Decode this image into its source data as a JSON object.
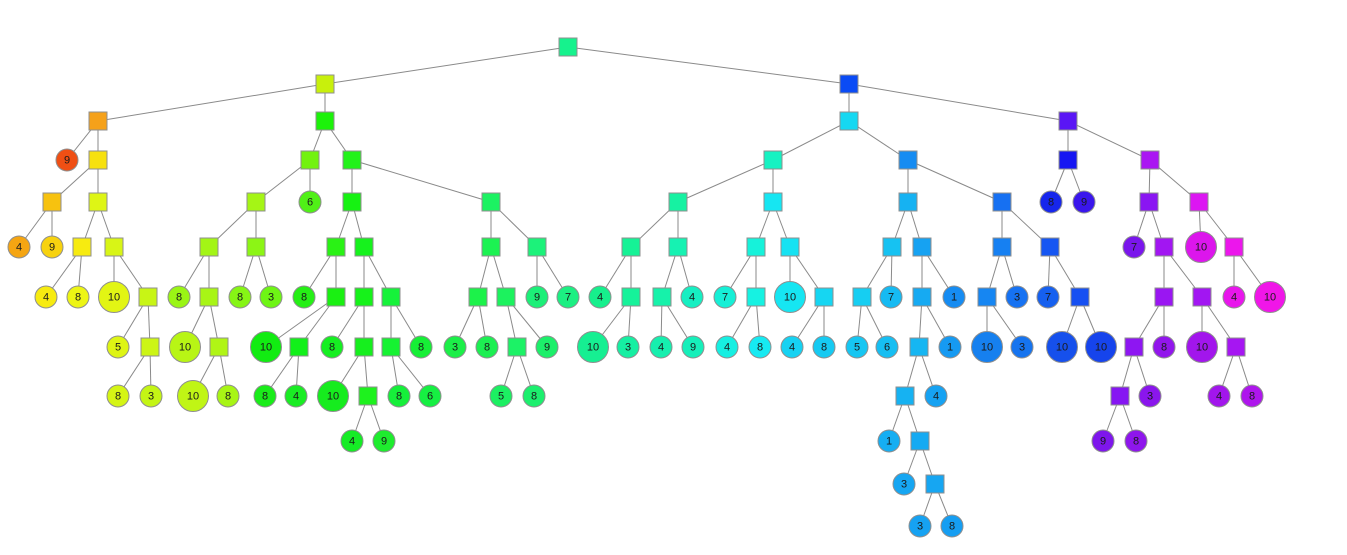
{
  "diagram": {
    "type": "tree",
    "nodes": [
      {
        "id": "root",
        "kind": "internal",
        "color": "#16F28D"
      },
      {
        "id": "L",
        "parent": "root",
        "kind": "internal",
        "color": "#C8F00C"
      },
      {
        "id": "R",
        "parent": "root",
        "kind": "internal",
        "color": "#0A4BF5"
      },
      {
        "id": "L1",
        "parent": "L",
        "kind": "internal",
        "color": "#F5A11A"
      },
      {
        "id": "L2",
        "parent": "L",
        "kind": "internal",
        "color": "#1CF20A"
      },
      {
        "id": "L1a",
        "parent": "L1",
        "kind": "leaf",
        "label": "9",
        "color": "#EF4F14"
      },
      {
        "id": "L1b",
        "parent": "L1",
        "kind": "internal",
        "color": "#F7E10F"
      },
      {
        "id": "L1b1",
        "parent": "L1b",
        "kind": "internal",
        "color": "#F7C20F"
      },
      {
        "id": "L1b2",
        "parent": "L1b",
        "kind": "internal",
        "color": "#DEF515"
      },
      {
        "id": "L1b1a",
        "parent": "L1b1",
        "kind": "leaf",
        "label": "4",
        "color": "#F5A512"
      },
      {
        "id": "L1b1b",
        "parent": "L1b1",
        "kind": "leaf",
        "label": "9",
        "color": "#F7D20F"
      },
      {
        "id": "L1b2a",
        "parent": "L1b2",
        "kind": "internal",
        "color": "#F7EB10"
      },
      {
        "id": "L1b2b",
        "parent": "L1b2",
        "kind": "internal",
        "color": "#D8F516"
      },
      {
        "id": "L1b2a1",
        "parent": "L1b2a",
        "kind": "leaf",
        "label": "4",
        "color": "#F7EB10"
      },
      {
        "id": "L1b2a2",
        "parent": "L1b2a",
        "kind": "leaf",
        "label": "8",
        "color": "#EDF514"
      },
      {
        "id": "L1b2b1",
        "parent": "L1b2b",
        "kind": "leaf",
        "label": "10",
        "color": "#E2F514"
      },
      {
        "id": "L1b2b2",
        "parent": "L1b2b",
        "kind": "internal",
        "color": "#C8F515"
      },
      {
        "id": "L1b2b2a",
        "parent": "L1b2b2",
        "kind": "leaf",
        "label": "5",
        "color": "#DEF514"
      },
      {
        "id": "L1b2b2b",
        "parent": "L1b2b2",
        "kind": "internal",
        "color": "#CCF515"
      },
      {
        "id": "L1b2b2b1",
        "parent": "L1b2b2b",
        "kind": "leaf",
        "label": "8",
        "color": "#D5F515"
      },
      {
        "id": "L1b2b2b2",
        "parent": "L1b2b2b",
        "kind": "leaf",
        "label": "3",
        "color": "#C4F515"
      },
      {
        "id": "L2a",
        "parent": "L2",
        "kind": "internal",
        "color": "#72F20F"
      },
      {
        "id": "L2b",
        "parent": "L2",
        "kind": "internal",
        "color": "#22F21A"
      },
      {
        "id": "L2a1",
        "parent": "L2a",
        "kind": "internal",
        "color": "#A5F515"
      },
      {
        "id": "L2a2",
        "parent": "L2a",
        "kind": "leaf",
        "label": "6",
        "color": "#50F017"
      },
      {
        "id": "L2a1a",
        "parent": "L2a1",
        "kind": "internal",
        "color": "#A3F515"
      },
      {
        "id": "L2a1b",
        "parent": "L2a1",
        "kind": "internal",
        "color": "#8CF515"
      },
      {
        "id": "L2a1a1",
        "parent": "L2a1a",
        "kind": "leaf",
        "label": "8",
        "color": "#9AF515"
      },
      {
        "id": "L2a1a2",
        "parent": "L2a1a",
        "kind": "internal",
        "color": "#A8F515"
      },
      {
        "id": "L2a1a2a",
        "parent": "L2a1a2",
        "kind": "leaf",
        "label": "10",
        "color": "#B8F515"
      },
      {
        "id": "L2a1a2b",
        "parent": "L2a1a2",
        "kind": "internal",
        "color": "#B0F515"
      },
      {
        "id": "L2a1a2b1",
        "parent": "L2a1a2b",
        "kind": "leaf",
        "label": "10",
        "color": "#C0F515"
      },
      {
        "id": "L2a1a2b2",
        "parent": "L2a1a2b",
        "kind": "leaf",
        "label": "8",
        "color": "#A8F515"
      },
      {
        "id": "L2a1b1",
        "parent": "L2a1b",
        "kind": "leaf",
        "label": "8",
        "color": "#86F515"
      },
      {
        "id": "L2a1b2",
        "parent": "L2a1b",
        "kind": "leaf",
        "label": "3",
        "color": "#6EF515"
      },
      {
        "id": "L2b1",
        "parent": "L2b",
        "kind": "internal",
        "color": "#16F212"
      },
      {
        "id": "L2b2",
        "parent": "L2b",
        "kind": "internal",
        "color": "#1CF262"
      },
      {
        "id": "L2b1a",
        "parent": "L2b1",
        "kind": "internal",
        "color": "#2AF215"
      },
      {
        "id": "L2b1b",
        "parent": "L2b1",
        "kind": "internal",
        "color": "#16F21D"
      },
      {
        "id": "L2b1a1",
        "parent": "L2b1a",
        "kind": "leaf",
        "label": "8",
        "color": "#26EF16"
      },
      {
        "id": "L2b1a2",
        "parent": "L2b1a",
        "kind": "internal",
        "color": "#1AF012"
      },
      {
        "id": "L2b1a2a",
        "parent": "L2b1a2",
        "kind": "leaf",
        "label": "10",
        "color": "#12EC12"
      },
      {
        "id": "L2b1a2b",
        "parent": "L2b1a2",
        "kind": "internal",
        "color": "#12F01A"
      },
      {
        "id": "L2b1a2b1",
        "parent": "L2b1a2b",
        "kind": "leaf",
        "label": "8",
        "color": "#1AEC1A"
      },
      {
        "id": "L2b1a2b2",
        "parent": "L2b1a2b",
        "kind": "leaf",
        "label": "4",
        "color": "#1AEC24"
      },
      {
        "id": "L2b1b1",
        "parent": "L2b1b",
        "kind": "internal",
        "color": "#16F21A"
      },
      {
        "id": "L2b1b2",
        "parent": "L2b1b",
        "kind": "internal",
        "color": "#16F23A"
      },
      {
        "id": "L2b1b1a",
        "parent": "L2b1b1",
        "kind": "leaf",
        "label": "8",
        "color": "#16EF22"
      },
      {
        "id": "L2b1b1b",
        "parent": "L2b1b1",
        "kind": "internal",
        "color": "#16EF1E"
      },
      {
        "id": "L2b1b1b1",
        "parent": "L2b1b1b",
        "kind": "leaf",
        "label": "10",
        "color": "#16EC1E"
      },
      {
        "id": "L2b1b1b2",
        "parent": "L2b1b1b",
        "kind": "internal",
        "color": "#1EF21E"
      },
      {
        "id": "L2b1b1b2a",
        "parent": "L2b1b1b2",
        "kind": "leaf",
        "label": "4",
        "color": "#16EC26"
      },
      {
        "id": "L2b1b1b2b",
        "parent": "L2b1b1b2",
        "kind": "leaf",
        "label": "9",
        "color": "#1EEC2E"
      },
      {
        "id": "L2b1b2a",
        "parent": "L2b1b2",
        "kind": "internal",
        "color": "#16F232"
      },
      {
        "id": "L2b1b2b",
        "parent": "L2b1b2",
        "kind": "leaf",
        "label": "8",
        "color": "#16EF36"
      },
      {
        "id": "L2b1b2a1",
        "parent": "L2b1b2a",
        "kind": "leaf",
        "label": "8",
        "color": "#16EF3A"
      },
      {
        "id": "L2b1b2a2",
        "parent": "L2b1b2a",
        "kind": "leaf",
        "label": "6",
        "color": "#16EF42"
      },
      {
        "id": "L2b2a",
        "parent": "L2b2",
        "kind": "internal",
        "color": "#1CF252"
      },
      {
        "id": "L2b2b",
        "parent": "L2b2",
        "kind": "internal",
        "color": "#1CF27A"
      },
      {
        "id": "L2b2a1",
        "parent": "L2b2a",
        "kind": "internal",
        "color": "#1CF24A"
      },
      {
        "id": "L2b2a2",
        "parent": "L2b2a",
        "kind": "internal",
        "color": "#1CF25E"
      },
      {
        "id": "L2b2a1a",
        "parent": "L2b2a1",
        "kind": "leaf",
        "label": "3",
        "color": "#1CEF48"
      },
      {
        "id": "L2b2a1b",
        "parent": "L2b2a1",
        "kind": "leaf",
        "label": "8",
        "color": "#1CEF52"
      },
      {
        "id": "L2b2a2a",
        "parent": "L2b2a2",
        "kind": "internal",
        "color": "#1CF266"
      },
      {
        "id": "L2b2a2b",
        "parent": "L2b2a2",
        "kind": "leaf",
        "label": "9",
        "color": "#1CEF6A"
      },
      {
        "id": "L2b2a2a1",
        "parent": "L2b2a2a",
        "kind": "leaf",
        "label": "5",
        "color": "#1CEF62"
      },
      {
        "id": "L2b2a2a2",
        "parent": "L2b2a2a",
        "kind": "leaf",
        "label": "8",
        "color": "#1CEF6E"
      },
      {
        "id": "L2b2b1",
        "parent": "L2b2b",
        "kind": "leaf",
        "label": "9",
        "color": "#1CEF78"
      },
      {
        "id": "L2b2b2",
        "parent": "L2b2b",
        "kind": "leaf",
        "label": "7",
        "color": "#1CEF82"
      },
      {
        "id": "R1",
        "parent": "R",
        "kind": "internal",
        "color": "#16D8F2"
      },
      {
        "id": "R2",
        "parent": "R",
        "kind": "internal",
        "color": "#5A16F5"
      },
      {
        "id": "R1a",
        "parent": "R1",
        "kind": "internal",
        "color": "#16F2C2"
      },
      {
        "id": "R1b",
        "parent": "R1",
        "kind": "internal",
        "color": "#168CF2"
      },
      {
        "id": "R1a1",
        "parent": "R1a",
        "kind": "internal",
        "color": "#16F2A2"
      },
      {
        "id": "R1a2",
        "parent": "R1a",
        "kind": "internal",
        "color": "#16E6F2"
      },
      {
        "id": "R1a1a",
        "parent": "R1a1",
        "kind": "internal",
        "color": "#16F296"
      },
      {
        "id": "R1a1b",
        "parent": "R1a1",
        "kind": "internal",
        "color": "#16F2B2"
      },
      {
        "id": "R1a1a1",
        "parent": "R1a1a",
        "kind": "leaf",
        "label": "4",
        "color": "#16EF8C"
      },
      {
        "id": "R1a1a2",
        "parent": "R1a1a",
        "kind": "internal",
        "color": "#16F29A"
      },
      {
        "id": "R1a1a2a",
        "parent": "R1a1a2",
        "kind": "leaf",
        "label": "10",
        "color": "#16EF92"
      },
      {
        "id": "R1a1a2b",
        "parent": "R1a1a2",
        "kind": "leaf",
        "label": "3",
        "color": "#16EFA2"
      },
      {
        "id": "R1a1b1",
        "parent": "R1a1b",
        "kind": "internal",
        "color": "#16F2AA"
      },
      {
        "id": "R1a1b2",
        "parent": "R1a1b",
        "kind": "leaf",
        "label": "4",
        "color": "#16EFC2"
      },
      {
        "id": "R1a1b1a",
        "parent": "R1a1b1",
        "kind": "leaf",
        "label": "4",
        "color": "#16EFAE"
      },
      {
        "id": "R1a1b1b",
        "parent": "R1a1b1",
        "kind": "leaf",
        "label": "9",
        "color": "#16EFBA"
      },
      {
        "id": "R1a2a",
        "parent": "R1a2",
        "kind": "internal",
        "color": "#16F2DA"
      },
      {
        "id": "R1a2b",
        "parent": "R1a2",
        "kind": "internal",
        "color": "#16E2F2"
      },
      {
        "id": "R1a2a1",
        "parent": "R1a2a",
        "kind": "leaf",
        "label": "7",
        "color": "#16EFD6"
      },
      {
        "id": "R1a2a2",
        "parent": "R1a2a",
        "kind": "internal",
        "color": "#16F2E2"
      },
      {
        "id": "R1a2a2a",
        "parent": "R1a2a2",
        "kind": "leaf",
        "label": "4",
        "color": "#16EFE2"
      },
      {
        "id": "R1a2a2b",
        "parent": "R1a2a2",
        "kind": "leaf",
        "label": "8",
        "color": "#16EAF2"
      },
      {
        "id": "R1a2b1",
        "parent": "R1a2b",
        "kind": "leaf",
        "label": "10",
        "color": "#16E6F2"
      },
      {
        "id": "R1a2b2",
        "parent": "R1a2b",
        "kind": "internal",
        "color": "#16D6F2"
      },
      {
        "id": "R1a2b2a",
        "parent": "R1a2b2",
        "kind": "leaf",
        "label": "4",
        "color": "#16D2F2"
      },
      {
        "id": "R1a2b2b",
        "parent": "R1a2b2",
        "kind": "leaf",
        "label": "8",
        "color": "#16CAF2"
      },
      {
        "id": "R1b1",
        "parent": "R1b",
        "kind": "internal",
        "color": "#16B2F2"
      },
      {
        "id": "R1b2",
        "parent": "R1b",
        "kind": "internal",
        "color": "#1670F2"
      },
      {
        "id": "R1b1a",
        "parent": "R1b1",
        "kind": "internal",
        "color": "#16C2F2"
      },
      {
        "id": "R1b1b",
        "parent": "R1b1",
        "kind": "internal",
        "color": "#16A2F2"
      },
      {
        "id": "R1b1a1",
        "parent": "R1b1a",
        "kind": "internal",
        "color": "#16CEF2"
      },
      {
        "id": "R1b1a2",
        "parent": "R1b1a",
        "kind": "leaf",
        "label": "7",
        "color": "#16BAF2"
      },
      {
        "id": "R1b1a1a",
        "parent": "R1b1a1",
        "kind": "leaf",
        "label": "5",
        "color": "#16C6F2"
      },
      {
        "id": "R1b1a1b",
        "parent": "R1b1a1",
        "kind": "leaf",
        "label": "6",
        "color": "#16BEF2"
      },
      {
        "id": "R1b1b1",
        "parent": "R1b1b",
        "kind": "internal",
        "color": "#16AAF2"
      },
      {
        "id": "R1b1b2",
        "parent": "R1b1b",
        "kind": "leaf",
        "label": "1",
        "color": "#168CF2"
      },
      {
        "id": "R1b1b1a",
        "parent": "R1b1b1",
        "kind": "internal",
        "color": "#16B6F2"
      },
      {
        "id": "R1b1b1b",
        "parent": "R1b1b1",
        "kind": "leaf",
        "label": "1",
        "color": "#169AF2"
      },
      {
        "id": "R1b1b1a1",
        "parent": "R1b1b1a",
        "kind": "internal",
        "color": "#16B2F2"
      },
      {
        "id": "R1b1b1a2",
        "parent": "R1b1b1a",
        "kind": "leaf",
        "label": "4",
        "color": "#16A2F2"
      },
      {
        "id": "R1b1b1a1a",
        "parent": "R1b1b1a1",
        "kind": "leaf",
        "label": "1",
        "color": "#16AEF2"
      },
      {
        "id": "R1b1b1a1b",
        "parent": "R1b1b1a1",
        "kind": "internal",
        "color": "#16AAF2"
      },
      {
        "id": "R1b1b1a1b1",
        "parent": "R1b1b1a1b",
        "kind": "leaf",
        "label": "3",
        "color": "#16A6F2"
      },
      {
        "id": "R1b1b1a1b2",
        "parent": "R1b1b1a1b",
        "kind": "internal",
        "color": "#16A6F2"
      },
      {
        "id": "R1b1b1a1b2a",
        "parent": "R1b1b1a1b2",
        "kind": "leaf",
        "label": "3",
        "color": "#16A2F2"
      },
      {
        "id": "R1b1b1a1b2b",
        "parent": "R1b1b1a1b2",
        "kind": "leaf",
        "label": "8",
        "color": "#169EF2"
      },
      {
        "id": "R1b2a",
        "parent": "R1b2",
        "kind": "internal",
        "color": "#1680F2"
      },
      {
        "id": "R1b2b",
        "parent": "R1b2",
        "kind": "internal",
        "color": "#1656F2"
      },
      {
        "id": "R1b2a1",
        "parent": "R1b2a",
        "kind": "internal",
        "color": "#1686F2"
      },
      {
        "id": "R1b2a2",
        "parent": "R1b2a",
        "kind": "leaf",
        "label": "3",
        "color": "#1672F2"
      },
      {
        "id": "R1b2a1a",
        "parent": "R1b2a1",
        "kind": "leaf",
        "label": "10",
        "color": "#1680EF"
      },
      {
        "id": "R1b2a1b",
        "parent": "R1b2a1",
        "kind": "leaf",
        "label": "3",
        "color": "#1674EF"
      },
      {
        "id": "R1b2b1",
        "parent": "R1b2b",
        "kind": "leaf",
        "label": "7",
        "color": "#1660EF"
      },
      {
        "id": "R1b2b2",
        "parent": "R1b2b",
        "kind": "internal",
        "color": "#1650F2"
      },
      {
        "id": "R1b2b2a",
        "parent": "R1b2b2",
        "kind": "leaf",
        "label": "10",
        "color": "#1650EC"
      },
      {
        "id": "R1b2b2b",
        "parent": "R1b2b2",
        "kind": "leaf",
        "label": "10",
        "color": "#1644EC"
      },
      {
        "id": "R2a",
        "parent": "R2",
        "kind": "internal",
        "color": "#1616F2"
      },
      {
        "id": "R2b",
        "parent": "R2",
        "kind": "internal",
        "color": "#AA16F2"
      },
      {
        "id": "R2a1",
        "parent": "R2a",
        "kind": "leaf",
        "label": "8",
        "color": "#1626EC"
      },
      {
        "id": "R2a2",
        "parent": "R2a",
        "kind": "leaf",
        "label": "9",
        "color": "#3A16EC"
      },
      {
        "id": "R2b1",
        "parent": "R2b",
        "kind": "internal",
        "color": "#8A16F2"
      },
      {
        "id": "R2b2",
        "parent": "R2b",
        "kind": "internal",
        "color": "#DC16F2"
      },
      {
        "id": "R2b1a",
        "parent": "R2b1",
        "kind": "leaf",
        "label": "7",
        "color": "#7A16EC"
      },
      {
        "id": "R2b1b",
        "parent": "R2b1",
        "kind": "internal",
        "color": "#A216F2"
      },
      {
        "id": "R2b1b1",
        "parent": "R2b1b",
        "kind": "internal",
        "color": "#9A16F2"
      },
      {
        "id": "R2b1b2",
        "parent": "R2b1b",
        "kind": "internal",
        "color": "#A216F2"
      },
      {
        "id": "R2b1b1a",
        "parent": "R2b1b1",
        "kind": "internal",
        "color": "#8E16F2"
      },
      {
        "id": "R2b1b1b",
        "parent": "R2b1b1",
        "kind": "leaf",
        "label": "8",
        "color": "#9216EC"
      },
      {
        "id": "R2b1b1a1",
        "parent": "R2b1b1a",
        "kind": "internal",
        "color": "#8616F2"
      },
      {
        "id": "R2b1b1a2",
        "parent": "R2b1b1a",
        "kind": "leaf",
        "label": "3",
        "color": "#8A16EC"
      },
      {
        "id": "R2b1b1a1a",
        "parent": "R2b1b1a1",
        "kind": "leaf",
        "label": "9",
        "color": "#7E16EC"
      },
      {
        "id": "R2b1b1a1b",
        "parent": "R2b1b1a1",
        "kind": "leaf",
        "label": "8",
        "color": "#8E16EC"
      },
      {
        "id": "R2b1b2a",
        "parent": "R2b1b2",
        "kind": "leaf",
        "label": "10",
        "color": "#A216EC"
      },
      {
        "id": "R2b1b2b",
        "parent": "R2b1b2",
        "kind": "internal",
        "color": "#A616F2"
      },
      {
        "id": "R2b1b2b1",
        "parent": "R2b1b2b",
        "kind": "leaf",
        "label": "4",
        "color": "#A216EC"
      },
      {
        "id": "R2b1b2b2",
        "parent": "R2b1b2b",
        "kind": "leaf",
        "label": "8",
        "color": "#AE16EC"
      },
      {
        "id": "R2b2a",
        "parent": "R2b2",
        "kind": "leaf",
        "label": "10",
        "color": "#DC16EC"
      },
      {
        "id": "R2b2b",
        "parent": "R2b2",
        "kind": "internal",
        "color": "#EC16EC"
      },
      {
        "id": "R2b2b1",
        "parent": "R2b2b",
        "kind": "leaf",
        "label": "4",
        "color": "#E816EC"
      },
      {
        "id": "R2b2b2",
        "parent": "R2b2b",
        "kind": "leaf",
        "label": "10",
        "color": "#F016E8"
      }
    ]
  }
}
